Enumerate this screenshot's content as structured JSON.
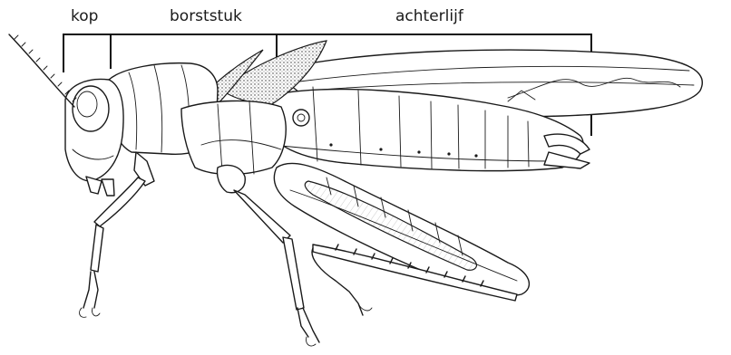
{
  "labels": {
    "head": "kop",
    "thorax": "borststuk",
    "abdomen": "achterlijf"
  }
}
